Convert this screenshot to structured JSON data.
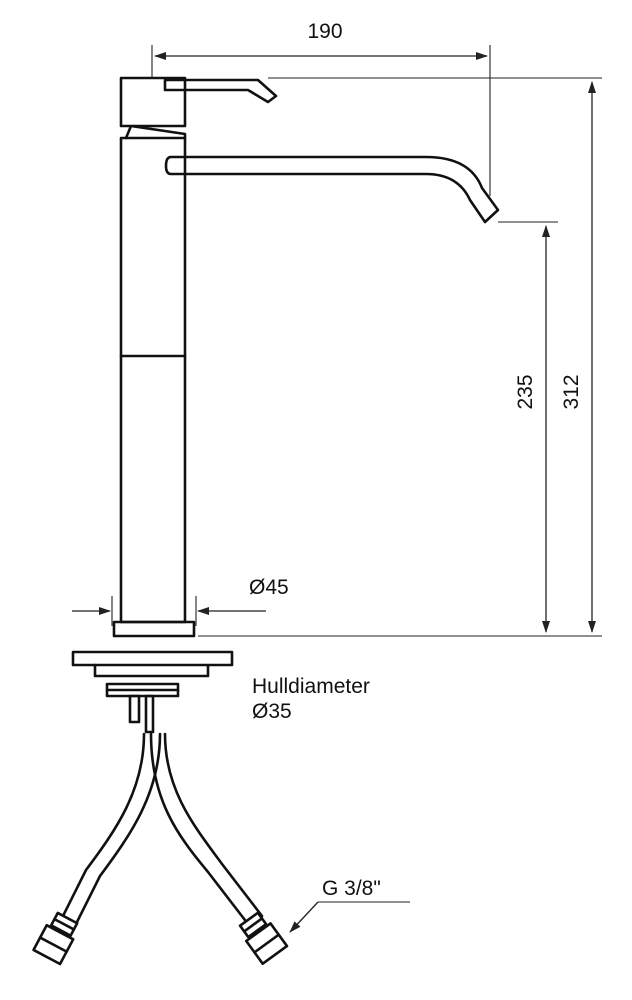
{
  "dimensions": {
    "width_label": "190",
    "spout_height_label": "235",
    "total_height_label": "312",
    "base_diameter_label": "Ø45"
  },
  "hole": {
    "title": "Hulldiameter",
    "diameter": "Ø35"
  },
  "connection": {
    "thread_label": "G 3/8\""
  },
  "colors": {
    "line": "#111111",
    "background": "#ffffff"
  }
}
